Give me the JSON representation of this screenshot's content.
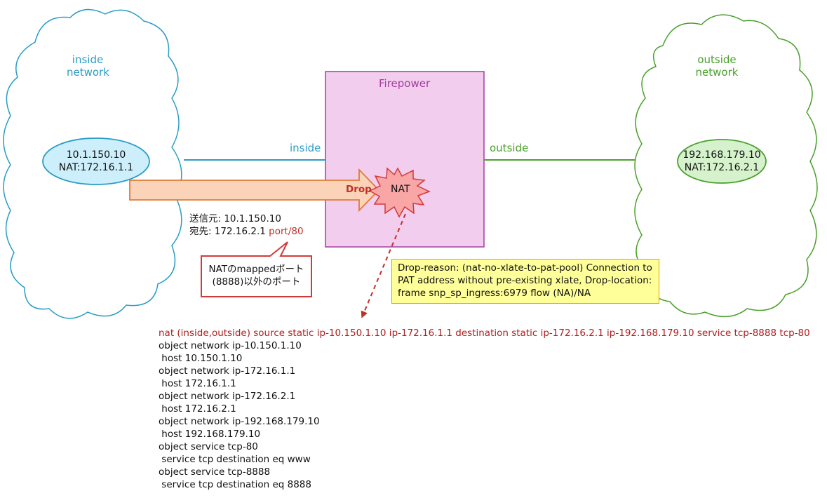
{
  "inside_cloud": {
    "label_line1": "inside",
    "label_line2": "network"
  },
  "outside_cloud": {
    "label_line1": "outside",
    "label_line2": "network"
  },
  "firewall": {
    "label": "Firepower",
    "inside_if": "inside",
    "outside_if": "outside",
    "nat_label": "NAT"
  },
  "inside_host": {
    "ip": "10.1.150.10",
    "nat": "NAT:172.16.1.1"
  },
  "outside_host": {
    "ip": "192.168.179.10",
    "nat": "NAT:172.16.2.1"
  },
  "arrow": {
    "label": "Drop"
  },
  "packet": {
    "src": "送信元: 10.1.150.10",
    "dst_prefix": "宛先: 172.16.2.1 ",
    "dst_port": "port/80"
  },
  "callout": {
    "line1": "NATのmappedポート",
    "line2": "(8888)以外のポート"
  },
  "drop_reason": "Drop-reason: (nat-no-xlate-to-pat-pool) Connection to PAT address without pre-existing xlate, Drop-location: frame snp_sp_ingress:6979 flow (NA)/NA",
  "config_lines": [
    "nat (inside,outside) source static ip-10.150.1.10 ip-172.16.1.1 destination static ip-172.16.2.1 ip-192.168.179.10 service tcp-8888 tcp-80",
    "object network ip-10.150.1.10",
    " host 10.150.1.10",
    "object network ip-172.16.1.1",
    " host 172.16.1.1",
    "object network ip-172.16.2.1",
    " host 172.16.2.1",
    "object network ip-192.168.179.10",
    " host 192.168.179.10",
    "object service tcp-80",
    " service tcp destination eq www",
    "object service tcp-8888",
    " service tcp destination eq 8888"
  ],
  "colors": {
    "inside": "#2a9cc6",
    "outside": "#4aa02c",
    "firewall_fill": "#f2cdee",
    "firewall_border": "#a53d9f",
    "arrow_fill": "#fbd3b8",
    "arrow_border": "#e07b39",
    "drop_text": "#c0302a",
    "nat_fill": "#f8a6a6",
    "callout_border": "#d23a3a",
    "note_fill": "#ffff99"
  }
}
